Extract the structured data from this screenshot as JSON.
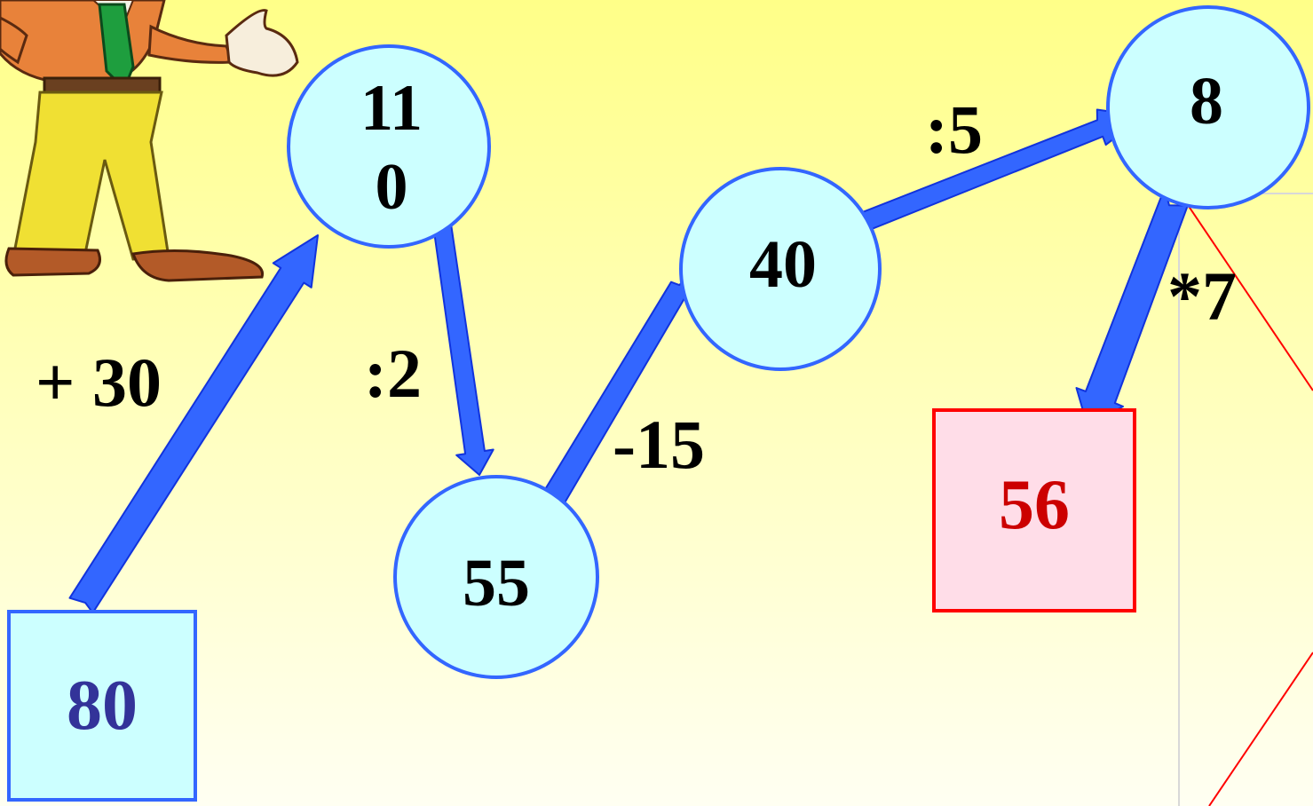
{
  "colors": {
    "arrow_fill": "#3366FF",
    "arrow_stroke": "#1133DD",
    "circle_fill": "#CCFFFF",
    "circle_border": "#3366FF",
    "start_box_fill": "#CCFFFF",
    "start_box_border": "#3366FF",
    "start_text": "#333399",
    "result_box_fill": "#FFDDE8",
    "result_box_border": "#FF0000",
    "result_text": "#CC0000",
    "background_top": "#FFFF88",
    "background_bottom": "#FFFFF2"
  },
  "chain": {
    "start": "80",
    "steps": [
      {
        "operation": "+ 30",
        "value_line1": "11",
        "value_line2": "0"
      },
      {
        "operation": ":2",
        "value": "55"
      },
      {
        "operation": "-15",
        "value": "40"
      },
      {
        "operation": ":5",
        "value": "8"
      },
      {
        "operation": "*7",
        "result": "56"
      }
    ]
  },
  "decoration": {
    "character_icon": "cartoon-character-presenting"
  }
}
